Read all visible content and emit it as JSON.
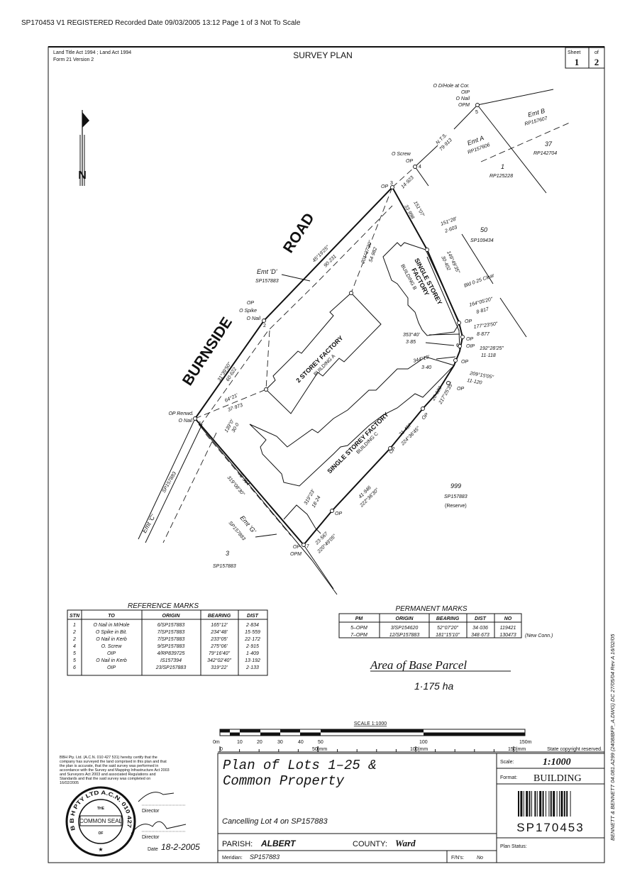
{
  "scan_header": "SP170453 V1 REGISTERED Recorded Date 09/03/2005 13:12 Page 1 of 3  Not To Scale",
  "header": {
    "act_line": "Land Title Act 1994 ;  Land Act 1994",
    "form_line": "Form 21 Version 2",
    "title": "SURVEY PLAN",
    "sheet_label": "Sheet",
    "of_label": "of",
    "sheet_number": "1",
    "sheet_total": "2"
  },
  "north_label": "N",
  "plan": {
    "road_1": "BURNSIDE",
    "road_2": "ROAD",
    "stn5_desc": [
      "O D/Hole at Cor.",
      "OIP",
      "O Nail",
      "OPM"
    ],
    "stn5": "5",
    "emt_b": "Emt B",
    "emt_b_ref": "RP157607",
    "emt_a": "Emt A",
    "emt_a_ref": "RP157606",
    "lot37": "37",
    "lot37_ref": "RP142704",
    "lot1": "1",
    "lot1_ref": "RP125228",
    "nts": "N.T.S.",
    "nts_dist": "79·913",
    "stn4_desc": [
      "O Screw",
      "OP"
    ],
    "stn4": "4",
    "stn3_op": "OP",
    "stn3": "3",
    "d_14923": "14·923",
    "b_15107": "151°07'",
    "d_33998": "33·998",
    "b_15128": "151°28'",
    "d_2603": "2·603",
    "lot50": "50",
    "lot50_ref": "SP109434",
    "b_149": "149°49'35\"",
    "d_30402": "30·402",
    "bld_clear": "Bld 0·25 Clear",
    "b_164": "164°05'20\"",
    "d_8817": "8·817",
    "b_177": "177°23'50\"",
    "d_8877": "8·877",
    "b_353": "353°40'",
    "d_385": "3·85",
    "stn6": "6",
    "stn6_desc": [
      "OP",
      "OIP"
    ],
    "b_192": "192°28'25\"",
    "d_11118": "11·118",
    "b_344": "344°19'",
    "d_340": "3·40",
    "b_209": "209°15'05\"",
    "d_11120": "11·120",
    "d_20620": "20·620",
    "b_217": "217°25'35\"",
    "d_21457": "21·457",
    "b_224": "224°36'45\"",
    "d_41946": "41·946",
    "b_222": "222°36'30\"",
    "d_23567": "23·567",
    "b_220": "220°49'05\"",
    "op": "OP",
    "stn7": "7",
    "stn7_desc": [
      "OP",
      "OPM"
    ],
    "lot999": "999",
    "lot999_ref": "SP157883",
    "lot999_note": "(Reserve)",
    "lot3": "3",
    "lot3_ref": "SP157883",
    "emt_g": "Emt 'G'",
    "emt_g_ref": "SP157883",
    "d_78364": "78·364",
    "b_319_08": "319°08'30\"",
    "b_319_23": "319°23'",
    "d_1824": "18·24",
    "b_139": "139°0'",
    "d_300": "30·0",
    "b_64": "64°21'",
    "d_37973": "37·973",
    "stn1_desc": [
      "OP Renwd.",
      "O Nail"
    ],
    "stn1": "1",
    "emt_c": "Emt 'C'",
    "emt_c_ref": "SP157883",
    "emt_d": "Emt 'D'",
    "emt_d_ref": "SP157883",
    "b_45": "45°19'25\"",
    "d_90231": "90·231",
    "b_201": "201°37'30\"",
    "d_54982": "54·982",
    "stn2_desc": [
      "OP",
      "O Spike",
      "O Nail"
    ],
    "stn2": "2",
    "b_31": "31°39'50\"",
    "d_60622": "60·622",
    "bldg_a": "2 STOREY FACTORY",
    "bldg_a_sub": "BUILDING A",
    "bldg_b_1": "SINGLE STOREY",
    "bldg_b_2": "FACTORY",
    "bldg_b_sub": "BUILDING B",
    "bldg_c": "SINGLE STOREY FACTORY",
    "bldg_c_sub": "BUILDING C"
  },
  "reference_marks": {
    "title": "REFERENCE MARKS",
    "columns": [
      "STN",
      "TO",
      "ORIGIN",
      "BEARING",
      "DIST"
    ],
    "rows": [
      [
        "1",
        "O Nail in M/Hole",
        "6/SP157883",
        "165°12'",
        "2·834"
      ],
      [
        "2",
        "O Spike in Bit.",
        "7/SP157883",
        "234°48'",
        "15·559"
      ],
      [
        "2",
        "O Nail in Kerb",
        "7/SP157883",
        "233°05'",
        "22·172"
      ],
      [
        "4",
        "O. Screw",
        "9/SP157883",
        "275°06'",
        "2·915"
      ],
      [
        "5",
        "OIP",
        "4/RP839725",
        "79°16'40\"",
        "1·409"
      ],
      [
        "5",
        "O Nail in Kerb",
        "IS157394",
        "342°02'40\"",
        "13·192"
      ],
      [
        "6",
        "OIP",
        "23/SP157883",
        "319°22'",
        "2·133"
      ]
    ]
  },
  "permanent_marks": {
    "title": "PERMANENT MARKS",
    "columns": [
      "PM",
      "ORIGIN",
      "BEARING",
      "DIST",
      "NO"
    ],
    "rows": [
      [
        "5–OPM",
        "3/SP154620",
        "52°07'20\"",
        "34·036",
        "119421"
      ],
      [
        "7–OPM",
        "12/SP157883",
        "181°15'10\"",
        "348·673",
        "130473"
      ]
    ],
    "note": "(New Conn.)"
  },
  "area": {
    "label": "Area of Base Parcel",
    "value": "1·175 ha"
  },
  "scale_bar": {
    "title": "SCALE 1:1000",
    "m_labels": [
      "0m",
      "10",
      "20",
      "30",
      "40",
      "50",
      "100",
      "150m"
    ],
    "mm_labels": [
      "0",
      "50|mm",
      "100|mm",
      "150|mm"
    ],
    "copyright": "State copyright reserved."
  },
  "certification": {
    "text": [
      "BBH Pty. Ltd. (A.C.N. 010 427 531) hereby certify that the",
      "company has surveyed the land comprised in this plan and that",
      "the plan is accurate, that the said survey was performed in",
      "accordance with the Survey and Mapping Infrastructure Act 2003",
      "and Surveyors Act 2003 and associated Regulations and",
      "Standards and that the said survey was completed on",
      "16/02/2005"
    ],
    "seal_text": "B B H PTY LTD A.C.N. 010 427",
    "seal_inner": [
      "THE",
      "COMMON SEAL",
      "OF"
    ],
    "director_label_1": "Director",
    "director_label_2": "Director",
    "date_label": "Date",
    "date_value": "18-2-2005"
  },
  "title_block": {
    "title_line_1": "Plan of Lots 1–25 &",
    "title_line_2": "Common Property",
    "cancelling": "Cancelling Lot 4 on SP157883",
    "parish_label": "PARISH:",
    "parish": "ALBERT",
    "county_label": "COUNTY:",
    "county": "Ward",
    "meridian_label": "Meridian:",
    "meridian": "SP157883",
    "fn_label": "F/N's:",
    "fn": "No",
    "scale_label": "Scale:",
    "scale": "1:1000",
    "format_label": "Format:",
    "format": "BUILDING",
    "plan_number": "SP170453",
    "plan_status_label": "Plan Status:"
  },
  "margin_note": "BENNETT & BENNETT 04.081.A299 (2408IBFP_A.DWG) DC 27/05/04  Rev A 16/02/05"
}
